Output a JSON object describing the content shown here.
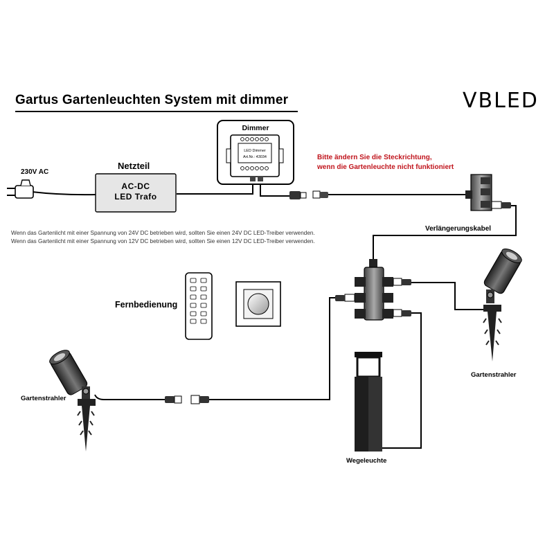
{
  "title": "Gartus Gartenleuchten System mit dimmer",
  "brand": "VBLED",
  "labels": {
    "power_input": "230V AC",
    "power_supply": "Netzteil",
    "driver_line1": "AC-DC",
    "driver_line2": "LED Trafo",
    "dimmer": "Dimmer",
    "dimmer_model_line1": "LED Dimmer",
    "dimmer_model_line2": "Art.Nr.: 43034",
    "extension_cable": "Verlängerungskabel",
    "remote": "Fernbedienung",
    "spotlight_left": "Gartenstrahler",
    "spotlight_right": "Gartenstrahler",
    "bollard": "Wegeleuchte"
  },
  "notes": [
    "Wenn das Gartenlicht mit einer Spannung von 24V DC betrieben wird, sollten Sie einen 24V DC LED-Treiber verwenden.",
    "Wenn das Gartenlicht mit einer Spannung von 12V DC betrieben wird, sollten Sie einen 12V DC LED-Treiber verwenden."
  ],
  "warning": [
    "Bitte ändern Sie die Steckrichtung,",
    "wenn die Gartenleuchte nicht funktioniert"
  ],
  "colors": {
    "warning": "#c0141c",
    "box_fill": "#e8e8e8",
    "line": "#000000"
  },
  "icons": [
    "power-plug-icon",
    "remote-control-icon",
    "wall-dimmer-icon",
    "spotlight-icon",
    "bollard-icon",
    "splitter-icon",
    "connector-icon"
  ]
}
